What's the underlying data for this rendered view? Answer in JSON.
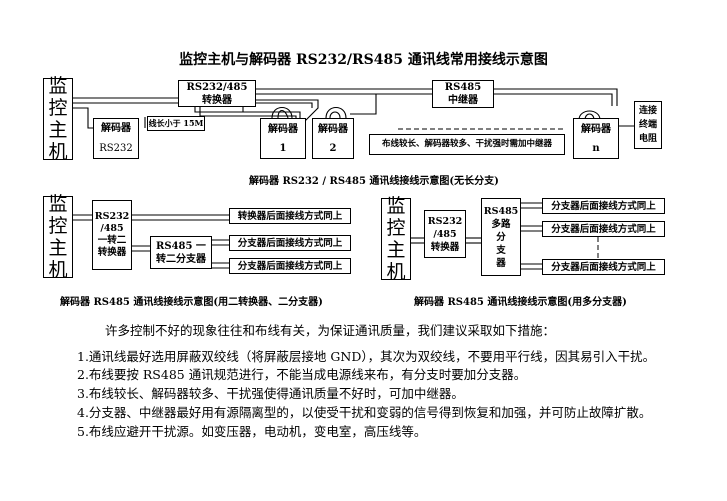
{
  "title": "监控主机与解码器 RS232/RS485 通讯线常用接线示意图",
  "monitor_host": [
    "监",
    "控",
    "主",
    "机"
  ],
  "diagram1": {
    "converter": [
      "RS232/485",
      "转换器"
    ],
    "repeater": [
      "RS485",
      "中继器"
    ],
    "decoder_rs232": [
      "解码器",
      "RS232"
    ],
    "wire_note": "线长小于 15M",
    "decoder1": [
      "解码器",
      "1"
    ],
    "decoder2": [
      "解码器",
      "2"
    ],
    "decoder_n": [
      "解码器",
      "n"
    ],
    "repeater_note": "布线较长、解码器较多、干扰强时需加中继器",
    "terminal_resistor": [
      "连接",
      "终端",
      "电阻"
    ],
    "caption": "解码器 RS232 / RS485 通讯线接线示意图(无长分支)"
  },
  "diagram2": {
    "converter": [
      "RS232",
      "/485",
      "一转二",
      "转换器"
    ],
    "splitter": [
      "RS485 一",
      "转二分支器"
    ],
    "label_converter_parallel": "转换器后面接线方式同上",
    "label_splitter_parallel": "分支器后面接线方式同上",
    "caption": "解码器 RS485 通讯线接线示意图(用二转换器、二分支器)"
  },
  "diagram3": {
    "converter": [
      "RS232",
      "/485",
      "转换器"
    ],
    "splitter": [
      "RS485",
      "多路",
      "分",
      "支",
      "器"
    ],
    "label_splitter_parallel": "分支器后面接线方式同上",
    "caption": "解码器 RS485 通讯线接线示意图(用多分支器)"
  },
  "text": {
    "intro": "许多控制不好的现象往往和布线有关，为保证通讯质量，我们建议采取如下措施：",
    "items": [
      "1.通讯线最好选用屏蔽双绞线（将屏蔽层接地 GND），其次为双绞线，不要用平行线，因其易引入干扰。",
      "2.布线要按 RS485 通讯规范进行，不能当成电源线来布，有分支时要加分支器。",
      "3.布线较长、解码器较多、干扰强使得通讯质量不好时，可加中继器。",
      "4.分支器、中继器最好用有源隔离型的，以使受干扰和变弱的信号得到恢复和加强，并可防止故障扩散。",
      "5.布线应避开干扰源。如变压器，电动机，变电室，高压线等。"
    ]
  }
}
